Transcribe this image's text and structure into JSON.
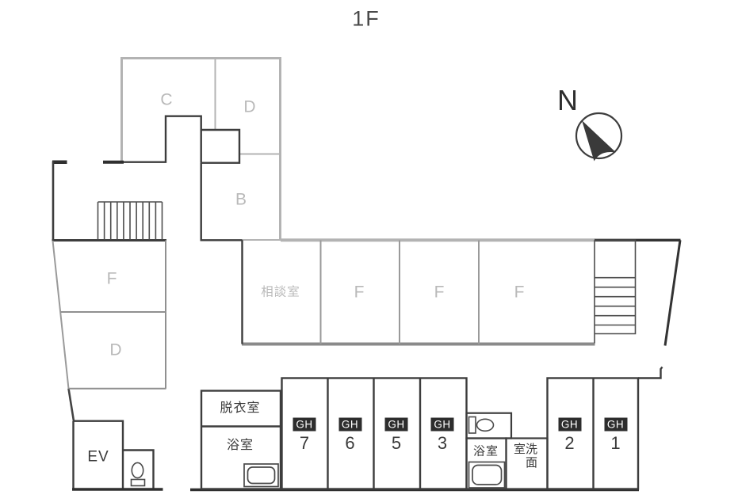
{
  "title": "1F",
  "compass": {
    "label": "N"
  },
  "colors": {
    "wall_dark": "#3d3d3d",
    "wall_medium": "#8f8f8f",
    "wall_light": "#b3b3b3",
    "label_light": "#b9b9b9",
    "label_dark": "#3a3a3a",
    "badge_bg": "#2d2d2d",
    "badge_text": "#ffffff"
  },
  "annex_rooms": [
    {
      "label": "C"
    },
    {
      "label": "D"
    },
    {
      "label": "B"
    }
  ],
  "west_rooms": [
    {
      "label": "F"
    },
    {
      "label": "D"
    }
  ],
  "middle_rooms": [
    {
      "label": "相談室"
    },
    {
      "label": "F"
    },
    {
      "label": "F"
    },
    {
      "label": "F"
    }
  ],
  "south_rooms": {
    "dressing_room": "脱衣室",
    "bath_west": "浴室",
    "bath_east": "浴室",
    "washroom": "洗面室",
    "elevator": "EV"
  },
  "gh_rooms": [
    {
      "badge": "GH",
      "number": "7"
    },
    {
      "badge": "GH",
      "number": "6"
    },
    {
      "badge": "GH",
      "number": "5"
    },
    {
      "badge": "GH",
      "number": "3"
    },
    {
      "badge": "GH",
      "number": "2"
    },
    {
      "badge": "GH",
      "number": "1"
    }
  ]
}
